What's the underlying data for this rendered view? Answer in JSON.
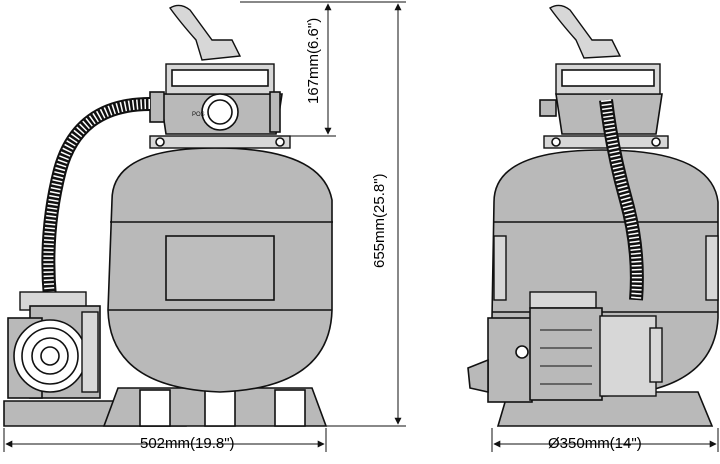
{
  "dimensions": {
    "width_label": "502mm(19.8\")",
    "height_label": "655mm(25.8\")",
    "valve_label": "167mm(6.6\")",
    "diameter_label": "Ø350mm(14\")"
  },
  "valve_text": "POS"
}
